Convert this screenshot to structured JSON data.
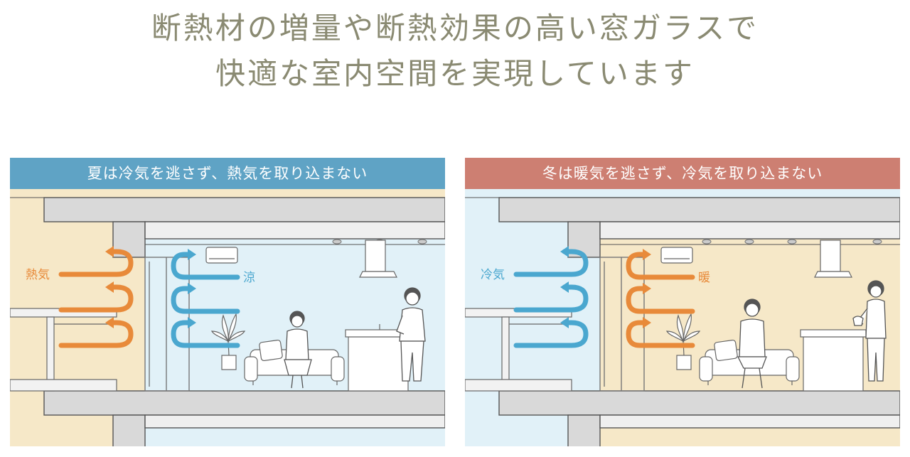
{
  "heading": {
    "line1": "断熱材の増量や断熱効果の高い窓ガラスで",
    "line2": "快適な室内空間を実現しています"
  },
  "summer": {
    "title": "夏は冷気を逃さず、熱気を取り込まない",
    "outside_label": "熱気",
    "inside_label": "涼",
    "banner_color": "#5fa3c5",
    "outdoor_color": "#f6e8c8",
    "indoor_color": "#e1f1f8"
  },
  "winter": {
    "title": "冬は暖気を逃さず、冷気を取り込まない",
    "outside_label": "冷気",
    "inside_label": "暖",
    "banner_color": "#cd7f72",
    "outdoor_color": "#e1f1f8",
    "indoor_color": "#f6e8c8"
  },
  "colors": {
    "hot_arrow": "#e88a3a",
    "cold_arrow": "#4aa7cf"
  }
}
